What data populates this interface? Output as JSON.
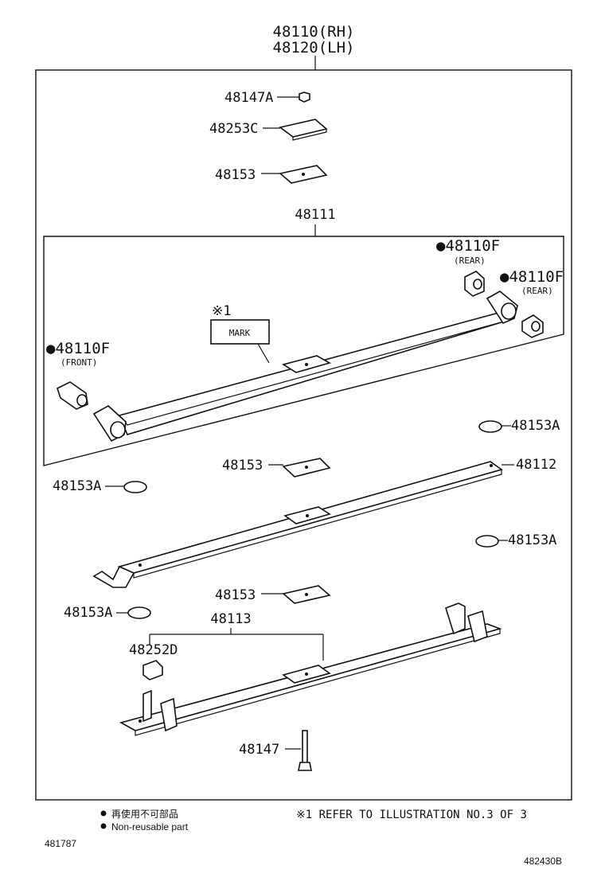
{
  "title_rh": "48110(RH)",
  "title_lh": "48120(LH)",
  "labels": {
    "p48147A": "48147A",
    "p48253C": "48253C",
    "p48153_top": "48153",
    "p48111": "48111",
    "mark_ref": "※1",
    "mark": "MARK",
    "p48110F_rear1": "●48110F",
    "rear1": "(REAR)",
    "p48110F_rear2": "●48110F",
    "rear2": "(REAR)",
    "p48110F_front": "●48110F",
    "front": "(FRONT)",
    "p48153A_r1": "48153A",
    "p48153_mid": "48153",
    "p48112": "48112",
    "p48153A_l1": "48153A",
    "p48153A_r2": "48153A",
    "p48153_low": "48153",
    "p48153A_l2": "48153A",
    "p48113": "48113",
    "p48252D": "48252D",
    "p48147": "48147"
  },
  "legend": {
    "jp": "再使用不可部品",
    "en": "Non-reusable part"
  },
  "reference_note": "※1 REFER TO ILLUSTRATION NO.3 OF 3",
  "code_left": "481787",
  "code_right": "482430B"
}
